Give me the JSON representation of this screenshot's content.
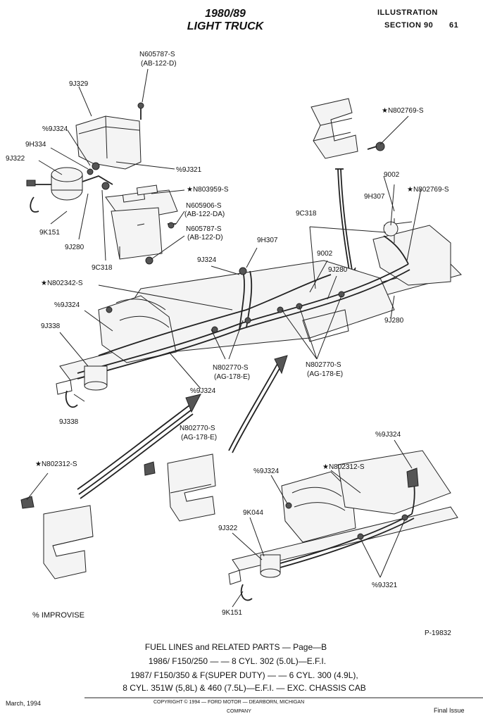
{
  "header": {
    "title_line1": "1980/89",
    "title_line2": "LIGHT TRUCK",
    "illustration": "ILLUSTRATION",
    "section": "SECTION 90",
    "page": "61"
  },
  "labels": {
    "n605787_top": "N605787-S",
    "ab122d_top": "(AB-122-D)",
    "p9j329": "9J329",
    "p9j324_a": "%9J324",
    "p9h334": "9H334",
    "p9j322_a": "9J322",
    "p9j321_a": "%9J321",
    "n803959": "★N803959-S",
    "n605906": "N605906-S",
    "ab122da": "(AB-122-DA)",
    "n605787_mid": "N605787-S",
    "ab122d_mid": "(AB-122-D)",
    "p9k151_a": "9K151",
    "p9j280_a": "9J280",
    "p9c318_a": "9C318",
    "n802769_a": "★N802769-S",
    "p9002_a": "9002",
    "p9h307_a": "9H307",
    "n802769_b": "★N802769-S",
    "p9c318_b": "9C318",
    "p9h307_b": "9H307",
    "p9002_b": "9002",
    "p9j280_b": "9J280",
    "p9j324_b": "9J324",
    "n802342": "★N802342-S",
    "p9j324_c": "%9J324",
    "p9j338_a": "9J338",
    "p9j280_c": "9J280",
    "n802770_a": "N802770-S",
    "ag178e_a": "(AG-178-E)",
    "n802770_b": "N802770-S",
    "ag178e_b": "(AG-178-E)",
    "p9j324_d": "%9J324",
    "p9j338_b": "9J338",
    "n802770_c": "N802770-S",
    "ag178e_c": "(AG-178-E)",
    "n802312_a": "★N802312-S",
    "p9j324_e": "%9J324",
    "p9j324_f": "%9J324",
    "n802312_b": "★N802312-S",
    "p9k044": "9K044",
    "p9j322_b": "9J322",
    "p9j321_b": "%9J321",
    "p9k151_b": "9K151",
    "improvise": "% IMPROVISE",
    "fig_no": "P-19832"
  },
  "caption": {
    "line1": "FUEL LINES and RELATED PARTS — Page—B",
    "line2": "1986/ F150/250 — — 8 CYL. 302 (5.0L)—E.F.I.",
    "line3": "1987/ F150/350 & F(SUPER DUTY) — — 6 CYL. 300 (4.9L),",
    "line4": "8 CYL. 351W (5,8L) & 460 (7.5L)—E.F.I. — EXC. CHASSIS CAB"
  },
  "footer": {
    "date": "March, 1994",
    "copyright_line1": "COPYRIGHT © 1994 — FORD MOTOR — DEARBORN, MICHIGAN",
    "copyright_line2": "COMPANY",
    "status": "Final Issue"
  }
}
